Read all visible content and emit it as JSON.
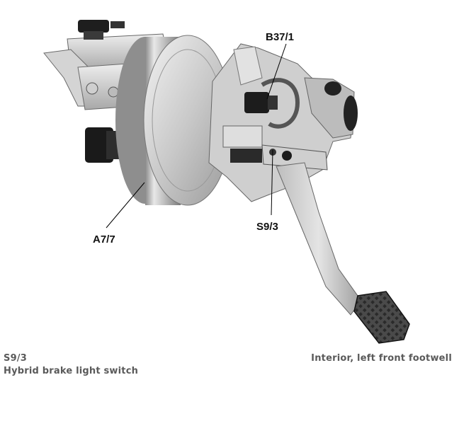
{
  "callouts": {
    "b37": "B37/1",
    "a7": "A7/7",
    "s9": "S9/3"
  },
  "caption": {
    "component_code": "S9/3",
    "component_name": "Hybrid brake light switch",
    "location": "Interior, left front footwell"
  }
}
